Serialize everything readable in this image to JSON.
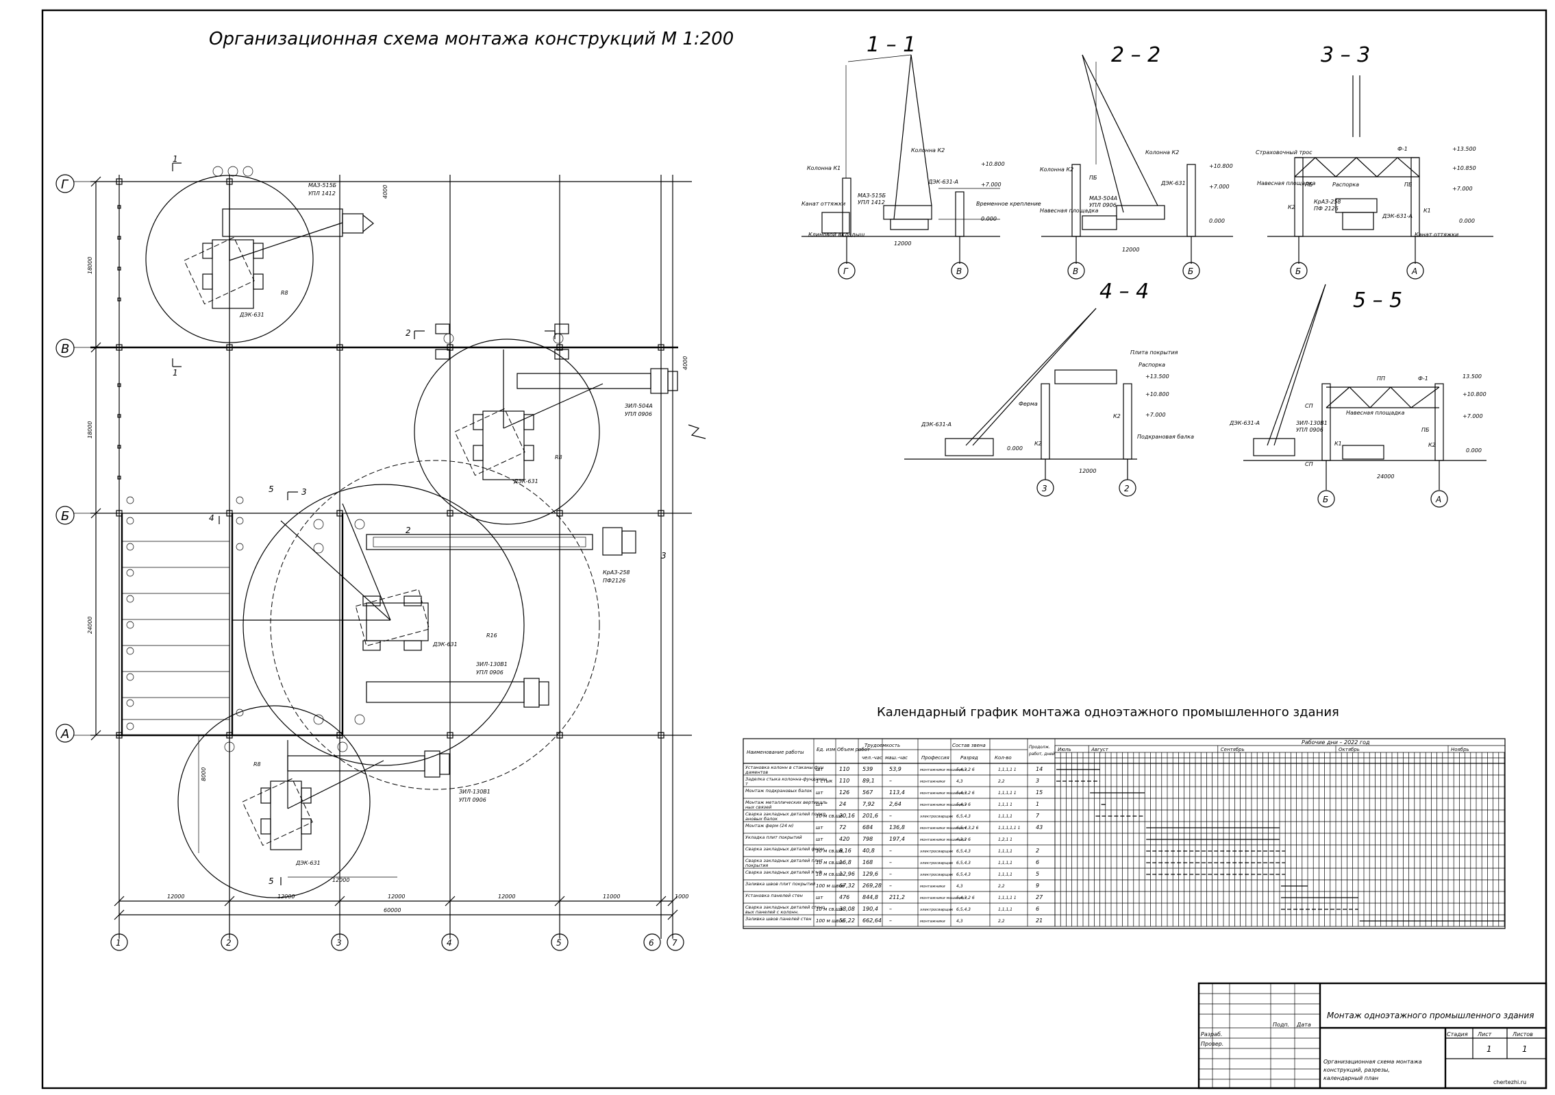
{
  "plan": {
    "title": "Организационная схема монтажа конструкций  М 1:200",
    "rows": [
      "Г",
      "В",
      "Б",
      "А"
    ],
    "cols": [
      "1",
      "2",
      "3",
      "4",
      "5",
      "6",
      "7"
    ],
    "dims_left": [
      "18000",
      "18000",
      "24000"
    ],
    "dims_bottom": [
      "12000",
      "12000",
      "12000",
      "12000",
      "11000",
      "1000"
    ],
    "dim_total": "60000",
    "dim_4000": "4000",
    "dim_8000": "8000",
    "dim_12000_inner": "12000",
    "machines": {
      "maz_name": "МАЗ-515Б",
      "maz_sub": "УПЛ 1412",
      "zil504_name": "ЗИЛ-504А",
      "zil504_sub": "УПЛ 0906",
      "kraz_name": "КрАЗ-258",
      "kraz_sub": "ПФ2126",
      "zil130_name": "ЗИЛ-130В1",
      "zil130_sub": "УПЛ 0906",
      "crane": "ДЭК-631",
      "r_labels": [
        "R8",
        "R8",
        "R16",
        "R8"
      ]
    },
    "section_marks": [
      "1",
      "1",
      "2",
      "2",
      "4",
      "5",
      "5",
      "3",
      "3"
    ]
  },
  "sections": {
    "s1": {
      "title": "1 – 1",
      "labels": [
        "Колонна К1",
        "Колонна К2",
        "ДЭК-631-А",
        "МАЗ-515Б",
        "УПЛ 1412",
        "Канат оттяжки",
        "Клиновой вкладыш",
        "Временное крепление",
        "12000"
      ],
      "levels": [
        "+10.800",
        "+7.000",
        "0.000"
      ],
      "axes": [
        "Г",
        "В"
      ]
    },
    "s2": {
      "title": "2 – 2",
      "labels": [
        "Колонна К2",
        "Колонна К2",
        "ПБ",
        "ДЭК-631",
        "МАЗ-504А",
        "УПЛ 0906",
        "Навесная площадка",
        "12000"
      ],
      "levels": [
        "+10.800",
        "+7.000",
        "0.000"
      ],
      "axes": [
        "В",
        "Б"
      ]
    },
    "s3": {
      "title": "3 – 3",
      "labels": [
        "Страховочный трос",
        "Ф-1",
        "Навесная площадка",
        "Распорка",
        "ПБ",
        "ПБ",
        "КрАЗ-258",
        "ПФ 2126",
        "ДЭК-631-А",
        "К2",
        "К1",
        "Канат оттяжки"
      ],
      "levels": [
        "+13.500",
        "+10.850",
        "+7.000",
        "0.000"
      ],
      "axes": [
        "Б",
        "А"
      ]
    },
    "s4": {
      "title": "4 – 4",
      "labels": [
        "Плита покрытия",
        "Распорка",
        "Ферма",
        "ДЭК-631-А",
        "К2",
        "К2",
        "Подкрановая балка",
        "12000"
      ],
      "levels": [
        "+13.500",
        "+10.800",
        "+7.000",
        "0.000"
      ],
      "axes": [
        "3",
        "2"
      ]
    },
    "s5": {
      "title": "5 – 5",
      "labels": [
        "ПП",
        "Ф-1",
        "СП",
        "ЗИЛ-130В1",
        "УПЛ 0906",
        "Навесная площадка",
        "ДЭК-631-А",
        "К1",
        "ПБ",
        "К2",
        "СП",
        "24000"
      ],
      "levels": [
        "13.500",
        "+10.800",
        "+7.000",
        "0.000"
      ],
      "axes": [
        "Б",
        "А"
      ]
    }
  },
  "schedule": {
    "title": "Календарный график монтажа одноэтажного промышленного здания",
    "headers": {
      "name": "Наименование работы",
      "unit": "Ед. изм",
      "volume": "Объем работ",
      "labor": "Трудоемкость",
      "labor_a": "чел.-час",
      "labor_b": "маш.-час",
      "crew": "Состав звена",
      "prof": "Профессия",
      "grade": "Разряд",
      "qty": "Кол-во",
      "dur": "Продолж. работ, дней",
      "cal": "Рабочие дни – 2022 год",
      "months": [
        "Июль",
        "Август",
        "Сентябрь",
        "Октябрь",
        "Ноябрь"
      ]
    },
    "rows": [
      {
        "name": "Установка колонн в стаканы фундаментов",
        "unit": "шт",
        "vol": "110",
        "a": "539",
        "b": "53,9",
        "prof": "монтажники машинист",
        "grade": "5,4,3,2 6",
        "qty": "1,1,1,1 1",
        "dur": "14"
      },
      {
        "name": "Заделка стыка колонна-фундамент",
        "unit": "1 стык",
        "vol": "110",
        "a": "89,1",
        "b": "–",
        "prof": "монтажники",
        "grade": "4,3",
        "qty": "2,2",
        "dur": "3"
      },
      {
        "name": "Монтаж подкрановых балок",
        "unit": "шт",
        "vol": "126",
        "a": "567",
        "b": "113,4",
        "prof": "монтажники машинист",
        "grade": "5,4,3,2 6",
        "qty": "1,1,1,1 1",
        "dur": "15"
      },
      {
        "name": "Монтаж металлических вертикальных связей",
        "unit": "шт",
        "vol": "24",
        "a": "7,92",
        "b": "2,64",
        "prof": "монтажники машинист",
        "grade": "5,4,3 6",
        "qty": "1,1,1 1",
        "dur": "1"
      },
      {
        "name": "Сварка закладных деталей подкрановых балок",
        "unit": "10 м св.шв.",
        "vol": "20,16",
        "a": "201,6",
        "b": "–",
        "prof": "электросварщик",
        "grade": "6,5,4,3",
        "qty": "1,1,1,1",
        "dur": "7"
      },
      {
        "name": "Монтаж ферм (24 м)",
        "unit": "шт",
        "vol": "72",
        "a": "684",
        "b": "136,8",
        "prof": "монтажники машинист",
        "grade": "6,5,4,3,2 6",
        "qty": "1,1,1,1,1 1",
        "dur": "43"
      },
      {
        "name": "Укладка плит покрытий",
        "unit": "шт",
        "vol": "420",
        "a": "798",
        "b": "197,4",
        "prof": "монтажники машинист",
        "grade": "4,3,2 6",
        "qty": "1,2,1 1",
        "dur": ""
      },
      {
        "name": "Сварка закладных деталей ферм",
        "unit": "10 м св.шв.",
        "vol": "8,16",
        "a": "40,8",
        "b": "–",
        "prof": "электросварщик",
        "grade": "6,5,4,3",
        "qty": "1,1,1,1",
        "dur": "2"
      },
      {
        "name": "Сварка закладных деталей плит покрытия",
        "unit": "10 м св.шв.",
        "vol": "16,8",
        "a": "168",
        "b": "–",
        "prof": "электросварщик",
        "grade": "6,5,4,3",
        "qty": "1,1,1,1",
        "dur": "6"
      },
      {
        "name": "Сварка закладных деталей К+Ф",
        "unit": "10 м св.шв.",
        "vol": "12,96",
        "a": "129,6",
        "b": "–",
        "prof": "электросварщик",
        "grade": "6,5,4,3",
        "qty": "1,1,1,1",
        "dur": "5"
      },
      {
        "name": "Заливка швов плит покрытий",
        "unit": "100 м швов",
        "vol": "67,32",
        "a": "269,28",
        "b": "–",
        "prof": "монтажники",
        "grade": "4,3",
        "qty": "2,2",
        "dur": "9"
      },
      {
        "name": "Установка панелей стен",
        "unit": "шт",
        "vol": "476",
        "a": "844,8",
        "b": "211,2",
        "prof": "монтажники машинист",
        "grade": "5,4,3,2 6",
        "qty": "1,1,1,1 1",
        "dur": "27"
      },
      {
        "name": "Сварка закладных деталей стеновых панелей с колонн.",
        "unit": "10 м св.шв.",
        "vol": "38,08",
        "a": "190,4",
        "b": "–",
        "prof": "электросварщик",
        "grade": "6,5,4,3",
        "qty": "1,1,1,1",
        "dur": "6"
      },
      {
        "name": "Заливка швов панелей стен",
        "unit": "100 м швов",
        "vol": "55,22",
        "a": "662,64",
        "b": "–",
        "prof": "монтажники",
        "grade": "4,3",
        "qty": "2,2",
        "dur": "21"
      }
    ]
  },
  "stamp": {
    "project": "Монтаж одноэтажного промышленного здания",
    "sheet_title": "Организационная схема монтажа конструкций, разрезы, календарный план",
    "podp": "Подп.",
    "data": "Дата",
    "razrab": "Разраб.",
    "prover": "Провер.",
    "stadiya": "Стадия",
    "list": "Лист",
    "listov": "Листов",
    "list_val": "1",
    "listov_val": "1",
    "watermark": "chertezhi.ru"
  }
}
